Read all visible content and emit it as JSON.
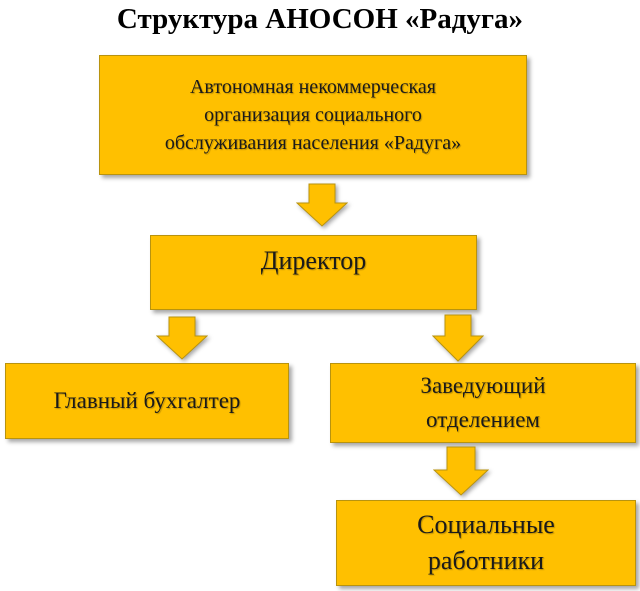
{
  "title": "Структура АНОСОН «Радуга»",
  "nodes": {
    "organization": "Автономная некоммерческая\nорганизация социального\nобслуживания населения «Радуга»",
    "director": "Директор",
    "chief_accountant": "Главный бухгалтер",
    "department_head": "Заведующий\nотделением",
    "social_workers": "Социальные\nработники"
  },
  "edges": [
    {
      "from": "organization",
      "to": "director"
    },
    {
      "from": "director",
      "to": "chief_accountant"
    },
    {
      "from": "director",
      "to": "department_head"
    },
    {
      "from": "department_head",
      "to": "social_workers"
    }
  ],
  "colors": {
    "box_fill": "#ffc000",
    "box_border": "#b8930f",
    "arrow_fill": "#ffc000"
  }
}
